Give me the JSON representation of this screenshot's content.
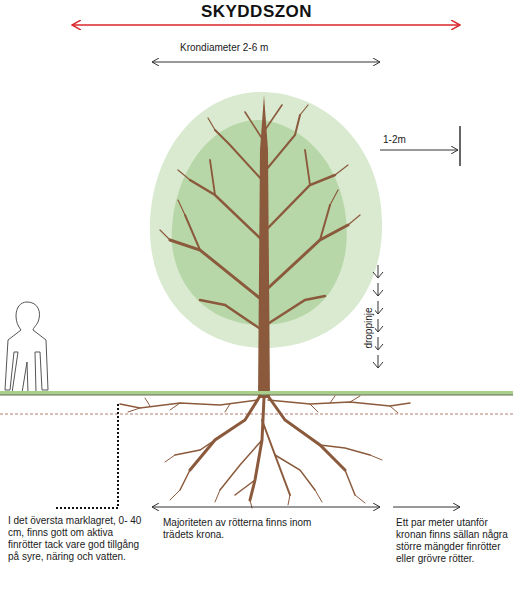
{
  "diagram": {
    "title": "SKYDDSZON",
    "labels": [
      "Krondiameter 2-6 m",
      "1-2m",
      "droppinje",
      "I det översta marklagret, 0- 40 cm, finns gott om aktiva finrötter tack vare god tillgång på syre, näring och vatten.",
      "Majoriteten av rötterna finns inom trädets krona.",
      "Ett par meter utanför kronan finns sällan några större mängder finrötter eller grövre rötter."
    ]
  }
}
